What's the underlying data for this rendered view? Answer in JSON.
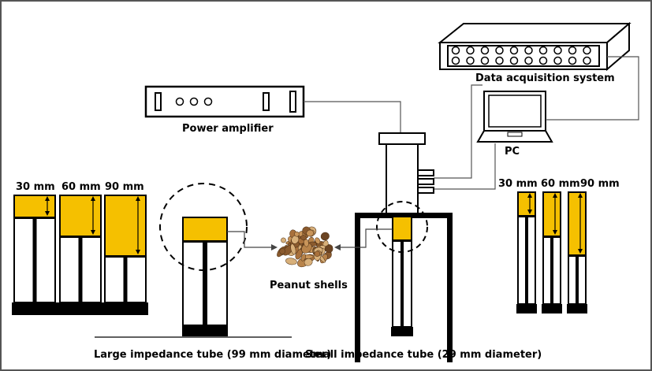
{
  "labels": {
    "daq": "Data acquisition system",
    "amp": "Power amplifier",
    "pc": "PC",
    "shells": "Peanut shells",
    "large_tube": "Large impedance tube (99 mm diameter)",
    "small_tube": "Small impedance tube (29 mm diameter)"
  },
  "thickness_left": [
    "30 mm",
    "60 mm",
    "90 mm"
  ],
  "thickness_right": [
    "30 mm",
    "60 mm",
    "90 mm"
  ],
  "colors": {
    "sample": "#F5C000",
    "line": "#000000",
    "shell_light": "#C9955A",
    "shell_dark": "#6B4423",
    "border": "#555555"
  }
}
